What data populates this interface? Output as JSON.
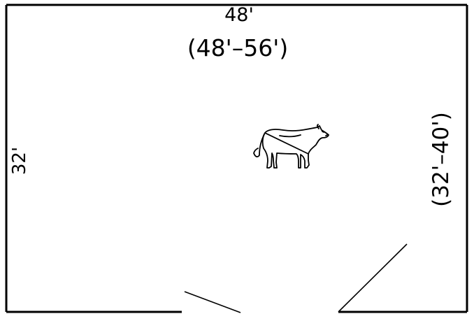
{
  "plan": {
    "top_dimension": "48'",
    "top_dimension_range": "(48'–56')",
    "left_dimension": "32'",
    "right_dimension_range": "(32'–40')",
    "symbol": "cow-icon",
    "line_color": "#000000",
    "background": "#ffffff"
  }
}
